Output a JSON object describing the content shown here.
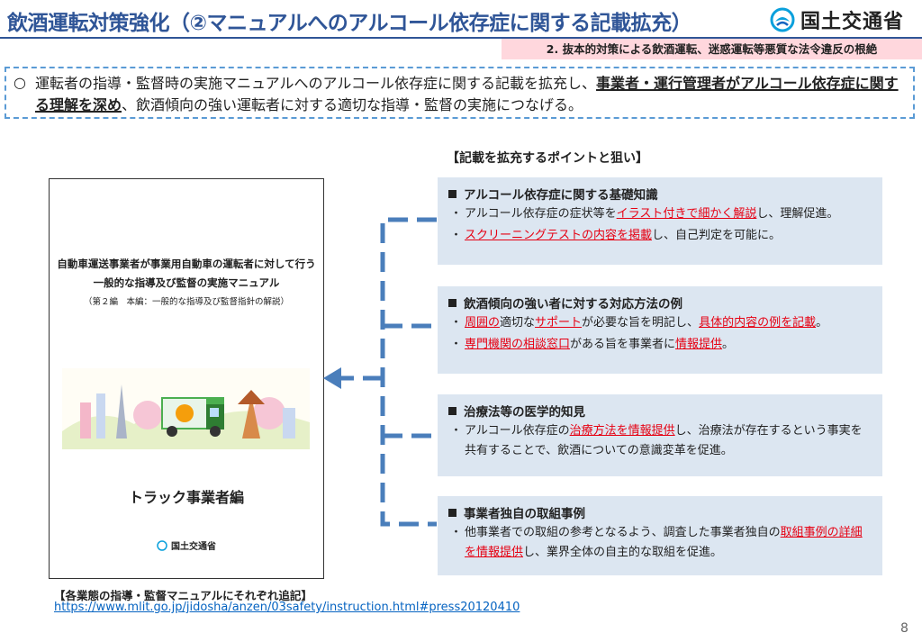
{
  "header": {
    "title": "飲酒運転対策強化（②マニュアルへのアルコール依存症に関する記載拡充）",
    "logo_text": "国土交通省",
    "subtitle": "2. 抜本的対策による飲酒運転、迷惑運転等悪質な法令違反の根絶"
  },
  "intro": {
    "bullet": "○",
    "part1": "運転者の指導・監督時の実施マニュアルへのアルコール依存症に関する記載を拡充し、",
    "emphasis": "事業者・運行管理者がアルコール依存症に関する理解を深め",
    "part2": "、飲酒傾向の強い運転者に対する適切な指導・監督の実施につなげる。"
  },
  "manual": {
    "line1": "自動車運送事業者が事業用自動車の運転者に対して行う",
    "line2": "一般的な指導及び監督の実施マニュアル",
    "line3": "（第２編　本編：一般的な指導及び監督指針の解説）",
    "edition": "トラック事業者編",
    "publisher": "国土交通省"
  },
  "points": {
    "header": "【記載を拡充するポイントと狙い】",
    "items": [
      {
        "title": "アルコール依存症に関する基礎知識",
        "bullets": [
          [
            {
              "t": "アルコール依存症の症状等を",
              "r": false
            },
            {
              "t": "イラスト付きで細かく解説",
              "r": true
            },
            {
              "t": "し、理解促進。",
              "r": false
            }
          ],
          [
            {
              "t": "スクリーニングテストの内容を掲載",
              "r": true
            },
            {
              "t": "し、自己判定を可能に。",
              "r": false
            }
          ]
        ]
      },
      {
        "title": "飲酒傾向の強い者に対する対応方法の例",
        "bullets": [
          [
            {
              "t": "周囲の",
              "r": true
            },
            {
              "t": "適切な",
              "r": false
            },
            {
              "t": "サポート",
              "r": true
            },
            {
              "t": "が必要な旨を明記し、",
              "r": false
            },
            {
              "t": "具体的内容の例を記載",
              "r": true
            },
            {
              "t": "。",
              "r": false
            }
          ],
          [
            {
              "t": "専門機関の相談窓口",
              "r": true
            },
            {
              "t": "がある旨を事業者に",
              "r": false
            },
            {
              "t": "情報提供",
              "r": true
            },
            {
              "t": "。",
              "r": false
            }
          ]
        ]
      },
      {
        "title": "治療法等の医学的知見",
        "bullets": [
          [
            {
              "t": "アルコール依存症の",
              "r": false
            },
            {
              "t": "治療方法を情報提供",
              "r": true
            },
            {
              "t": "し、治療法が存在するという事実を共有することで、飲酒についての意識変革を促進。",
              "r": false
            }
          ]
        ]
      },
      {
        "title": "事業者独自の取組事例",
        "bullets": [
          [
            {
              "t": "他事業者での取組の参考となるよう、調査した事業者独自の",
              "r": false
            },
            {
              "t": "取組事例の詳細を情報提供",
              "r": true
            },
            {
              "t": "し、業界全体の自主的な取組を促進。",
              "r": false
            }
          ]
        ]
      }
    ]
  },
  "footer": {
    "url_label": "【各業態の指導・監督マニュアルにそれぞれ追記】",
    "url": "https://www.mlit.go.jp/jidosha/anzen/03safety/instruction.html#press20120410",
    "page_number": "8"
  },
  "colors": {
    "title": "#2f5597",
    "subtitle_bg": "#ffd7dd",
    "point_bg": "#dce6f1",
    "highlight_red": "#e60012",
    "connector": "#4a7ebb"
  }
}
